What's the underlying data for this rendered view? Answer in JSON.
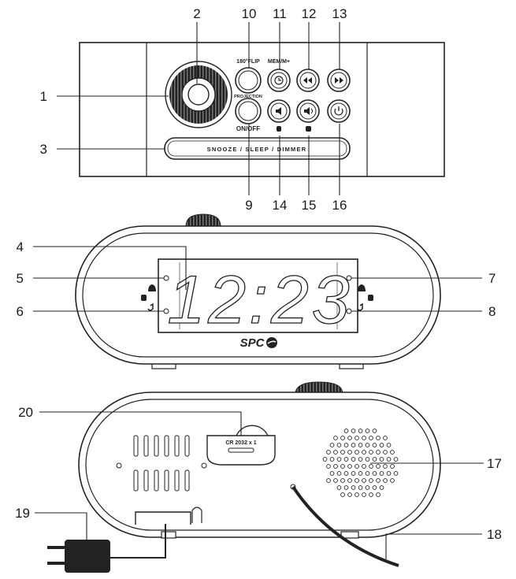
{
  "callouts": [
    "1",
    "2",
    "3",
    "4",
    "5",
    "6",
    "7",
    "8",
    "9",
    "10",
    "11",
    "12",
    "13",
    "14",
    "15",
    "16",
    "17",
    "18",
    "19",
    "20"
  ],
  "top_view": {
    "label_flip": "180°FLIP",
    "label_mem": "MEM/M+",
    "label_projection": "PROJECTION",
    "label_onoff": "ON/OFF",
    "snooze_bar": "SNOOZE / SLEEP / DIMMER"
  },
  "front_view": {
    "time_display": "12:23",
    "brand": "SPC"
  },
  "back_view": {
    "battery_label": "CR 2032 x 1"
  },
  "colors": {
    "ink": "#222222",
    "paper": "#ffffff"
  }
}
